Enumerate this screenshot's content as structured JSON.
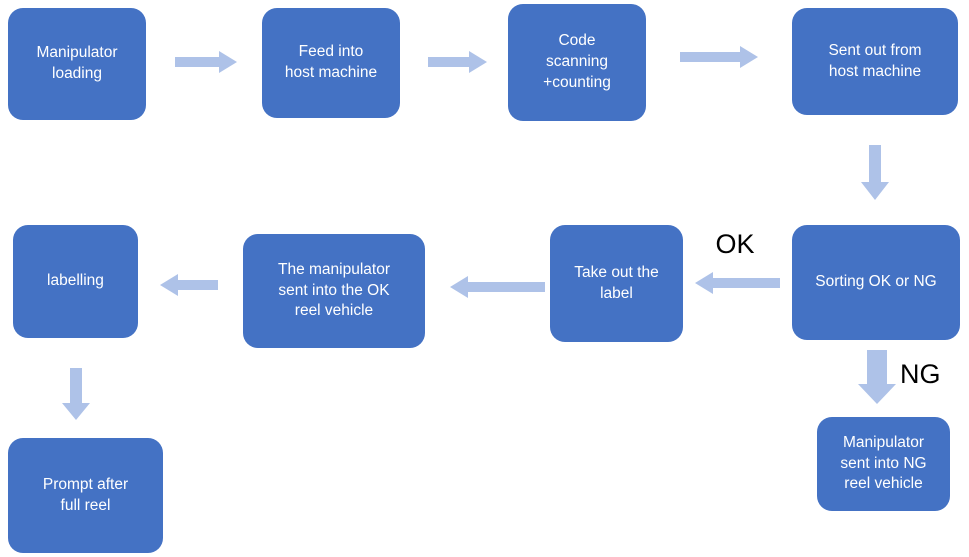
{
  "diagram": {
    "type": "flowchart",
    "nodes": [
      {
        "id": "manipulator-loading",
        "label": "Manipulator\nloading"
      },
      {
        "id": "feed-into-host-machine",
        "label": "Feed into\nhost machine"
      },
      {
        "id": "code-scanning-counting",
        "label": "Code\nscanning\n+counting"
      },
      {
        "id": "sent-out-from-host-machine",
        "label": "Sent out from\nhost machine"
      },
      {
        "id": "sorting-ok-or-ng",
        "label": "Sorting OK or NG"
      },
      {
        "id": "take-out-the-label",
        "label": "Take out the\nlabel"
      },
      {
        "id": "manipulator-into-ok-reel",
        "label": "The manipulator\nsent into the OK\nreel vehicle"
      },
      {
        "id": "labelling",
        "label": "labelling"
      },
      {
        "id": "prompt-after-full-reel",
        "label": "Prompt after\nfull reel"
      },
      {
        "id": "manipulator-into-ng-reel",
        "label": "Manipulator\nsent into NG\nreel vehicle"
      }
    ],
    "edges": [
      {
        "from": "manipulator-loading",
        "to": "feed-into-host-machine",
        "label": ""
      },
      {
        "from": "feed-into-host-machine",
        "to": "code-scanning-counting",
        "label": ""
      },
      {
        "from": "code-scanning-counting",
        "to": "sent-out-from-host-machine",
        "label": ""
      },
      {
        "from": "sent-out-from-host-machine",
        "to": "sorting-ok-or-ng",
        "label": ""
      },
      {
        "from": "sorting-ok-or-ng",
        "to": "take-out-the-label",
        "label": "OK"
      },
      {
        "from": "take-out-the-label",
        "to": "manipulator-into-ok-reel",
        "label": ""
      },
      {
        "from": "manipulator-into-ok-reel",
        "to": "labelling",
        "label": ""
      },
      {
        "from": "labelling",
        "to": "prompt-after-full-reel",
        "label": ""
      },
      {
        "from": "sorting-ok-or-ng",
        "to": "manipulator-into-ng-reel",
        "label": "NG"
      }
    ],
    "edge_labels": {
      "ok": "OK",
      "ng": "NG"
    },
    "colors": {
      "node_fill": "#4472C4",
      "node_text": "#FFFFFF",
      "arrow_fill": "#AEC2E8",
      "edge_label_text": "#000000",
      "background": "#FFFFFF"
    }
  }
}
